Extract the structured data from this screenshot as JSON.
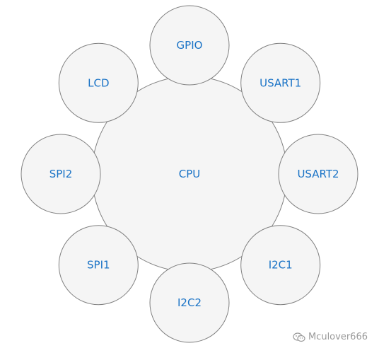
{
  "diagram": {
    "center": {
      "label": "CPU"
    },
    "peripherals": [
      {
        "label": "GPIO"
      },
      {
        "label": "USART1"
      },
      {
        "label": "USART2"
      },
      {
        "label": "I2C1"
      },
      {
        "label": "I2C2"
      },
      {
        "label": "SPI1"
      },
      {
        "label": "SPI2"
      },
      {
        "label": "LCD"
      }
    ]
  },
  "colors": {
    "label": "#1a73c6",
    "fill": "#f5f5f5",
    "stroke": "#808080"
  },
  "watermark": {
    "text": "Mculover666",
    "icon": "wechat-icon"
  }
}
